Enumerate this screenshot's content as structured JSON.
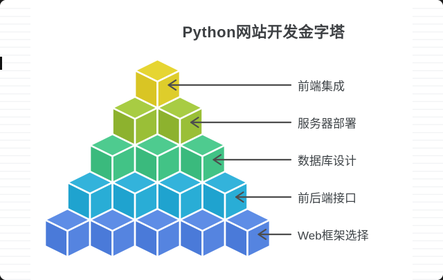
{
  "title": "Python网站开发金字塔",
  "pyramid": {
    "levels": [
      {
        "label": "前端集成",
        "cubes": 1,
        "colors": {
          "top": "#e6d532",
          "left": "#d9c524",
          "right": "#decd2b"
        }
      },
      {
        "label": "服务器部署",
        "cubes": 2,
        "colors": {
          "top": "#a8cc43",
          "left": "#8db22e",
          "right": "#9abf37"
        }
      },
      {
        "label": "数据库设计",
        "cubes": 3,
        "colors": {
          "top": "#4ecb8f",
          "left": "#3aba7d",
          "right": "#42c386"
        }
      },
      {
        "label": "前后端接口",
        "cubes": 4,
        "colors": {
          "top": "#33b3db",
          "left": "#1fa3cf",
          "right": "#29add6"
        }
      },
      {
        "label": "Web框架选择",
        "cubes": 5,
        "colors": {
          "top": "#5e8de6",
          "left": "#4a7ad9",
          "right": "#5584e0"
        }
      }
    ],
    "arrow_color": "#4d4d4d",
    "label_color": "#3e4347",
    "cube_edge_color": "#ffffff"
  }
}
